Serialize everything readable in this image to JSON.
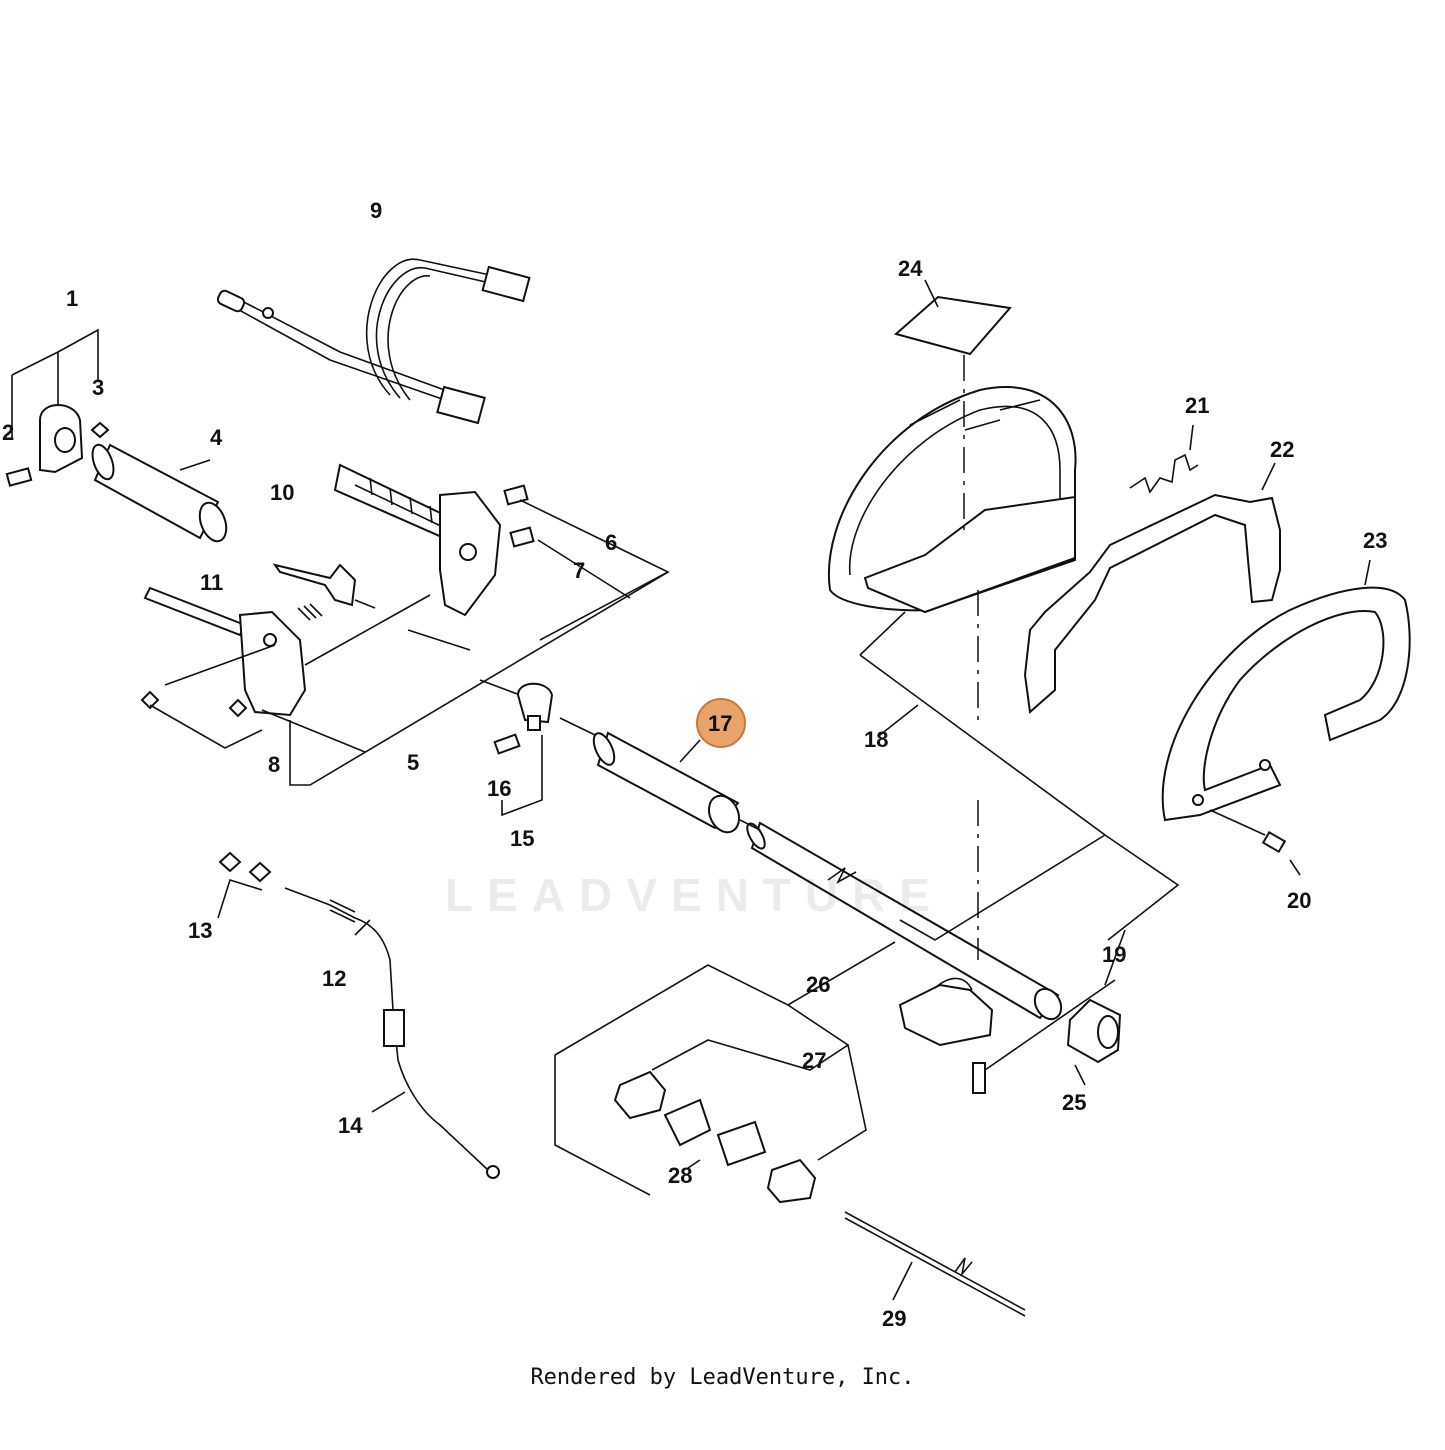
{
  "diagram": {
    "callouts": [
      "1",
      "2",
      "3",
      "4",
      "5",
      "6",
      "7",
      "8",
      "9",
      "10",
      "11",
      "12",
      "13",
      "14",
      "15",
      "16",
      "17",
      "18",
      "19",
      "20",
      "21",
      "22",
      "23",
      "24",
      "25",
      "26",
      "27",
      "28",
      "29"
    ],
    "highlighted_callout": "17",
    "highlight_color": "#e8a46a"
  },
  "watermark": {
    "text": "LEADVENTURE"
  },
  "footer": {
    "text": "Rendered by LeadVenture, Inc."
  }
}
